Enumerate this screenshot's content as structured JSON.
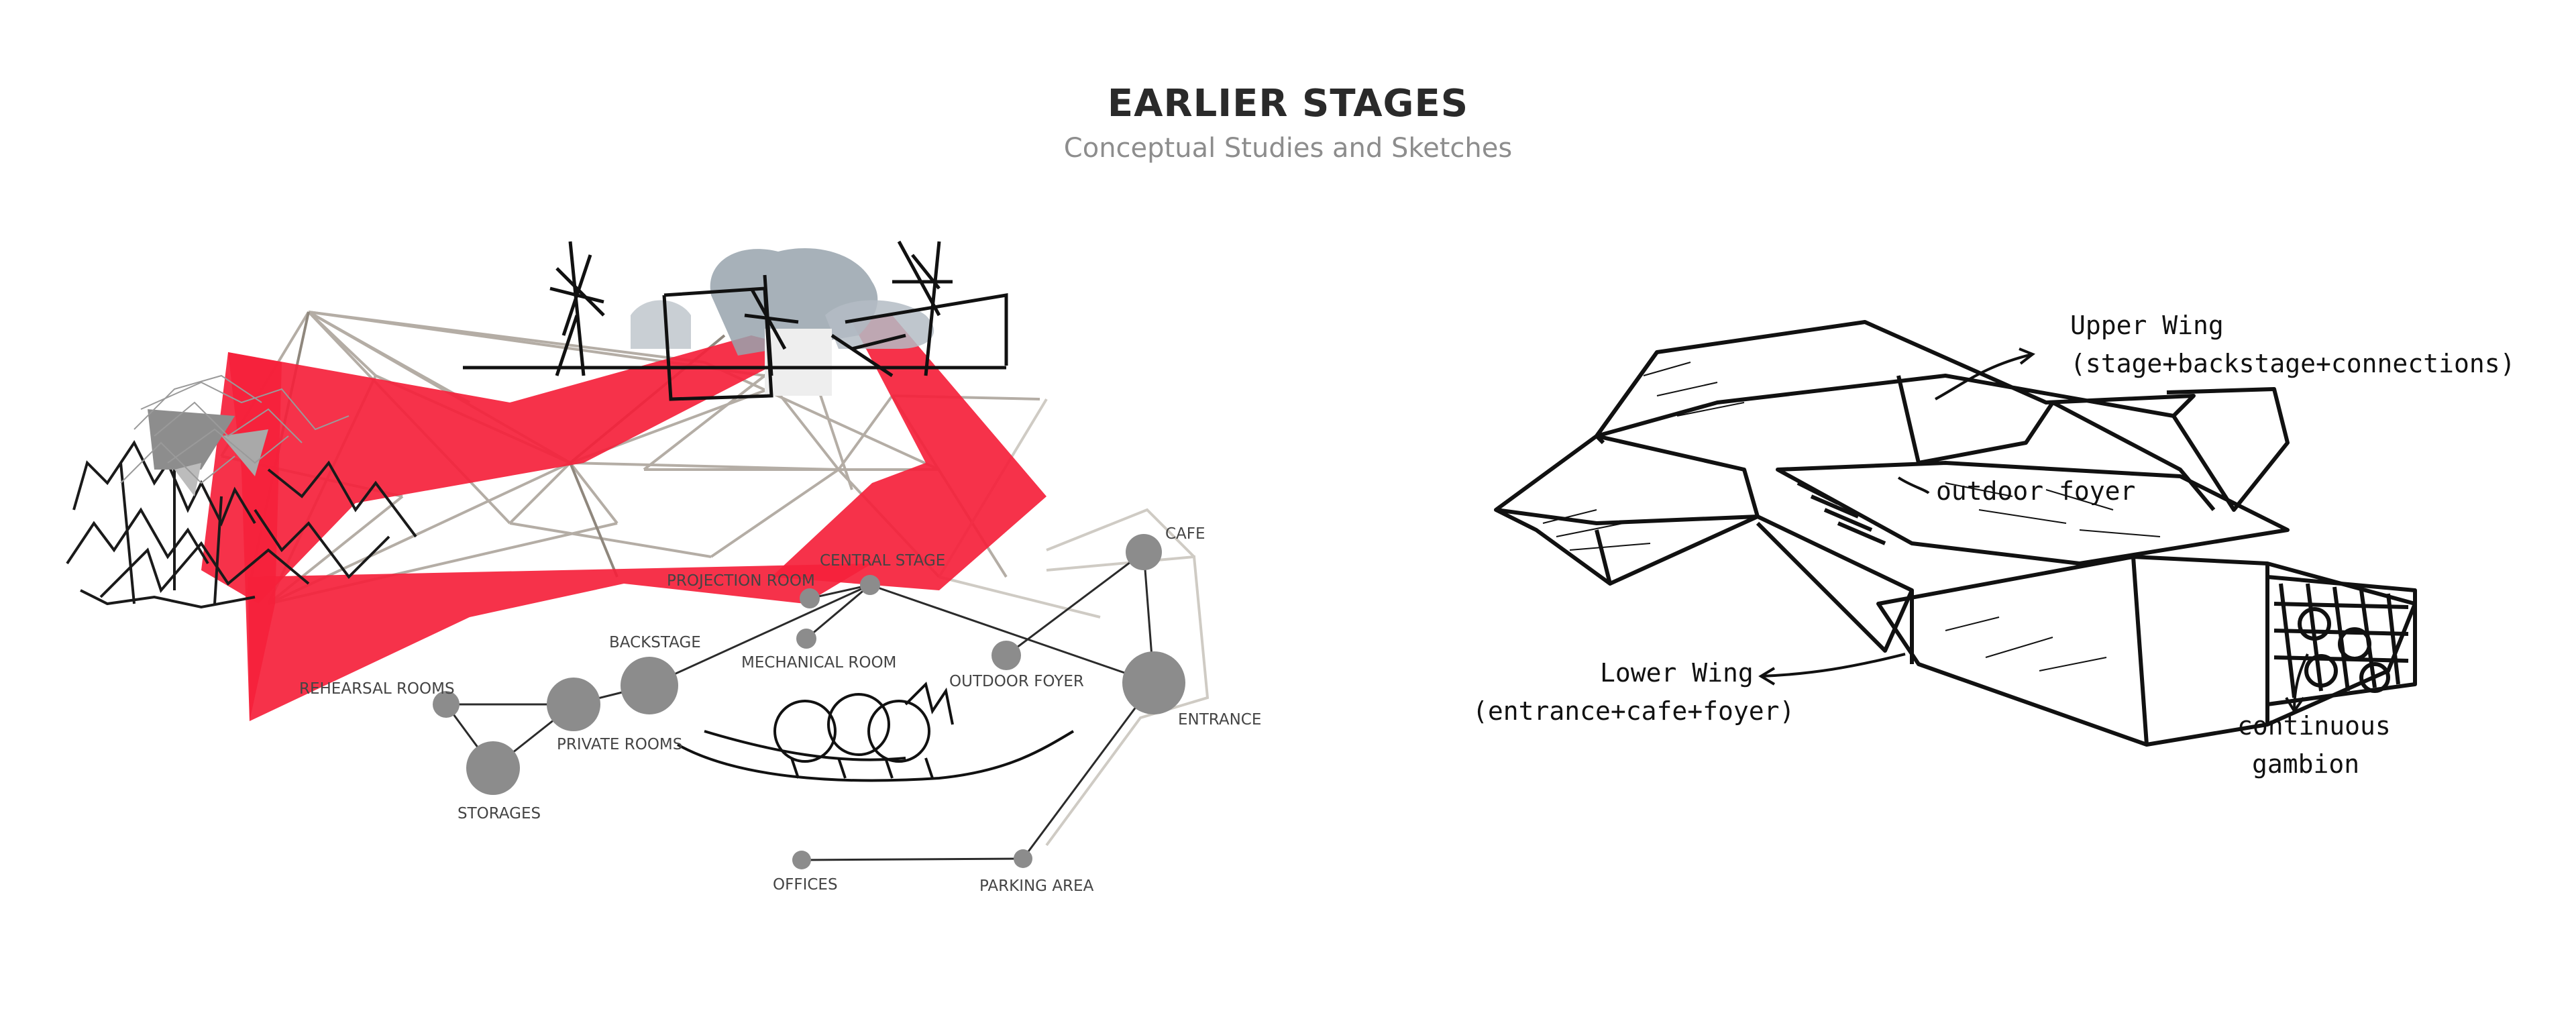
{
  "header": {
    "title": "EARLIER STAGES",
    "subtitle": "Conceptual Studies and Sketches"
  },
  "colors": {
    "accent_red": "#f5213b",
    "node_grey": "#8c8c8c",
    "line_dark": "#2b2b2b",
    "line_light": "#cfcbc4",
    "title": "#2a2a2a",
    "subtitle": "#8d8d8d"
  },
  "bubble_diagram": {
    "nodes": [
      {
        "id": "cafe",
        "label": "CAFE"
      },
      {
        "id": "central_stage",
        "label": "CENTRAL STAGE"
      },
      {
        "id": "projection_room",
        "label": "PROJECTION ROOM"
      },
      {
        "id": "backstage",
        "label": "BACKSTAGE"
      },
      {
        "id": "mechanical_room",
        "label": "MECHANICAL ROOM"
      },
      {
        "id": "rehearsal_rooms",
        "label": "REHEARSAL ROOMS"
      },
      {
        "id": "outdoor_foyer",
        "label": "OUTDOOR FOYER"
      },
      {
        "id": "entrance",
        "label": "ENTRANCE"
      },
      {
        "id": "private_rooms",
        "label": "PRIVATE ROOMS"
      },
      {
        "id": "storages",
        "label": "STORAGES"
      },
      {
        "id": "offices",
        "label": "OFFICES"
      },
      {
        "id": "parking_area",
        "label": "PARKING AREA"
      }
    ],
    "links": [
      [
        "rehearsal_rooms",
        "private_rooms"
      ],
      [
        "rehearsal_rooms",
        "storages"
      ],
      [
        "private_rooms",
        "storages"
      ],
      [
        "private_rooms",
        "backstage"
      ],
      [
        "backstage",
        "central_stage"
      ],
      [
        "projection_room",
        "central_stage"
      ],
      [
        "mechanical_room",
        "central_stage"
      ],
      [
        "central_stage",
        "entrance"
      ],
      [
        "outdoor_foyer",
        "cafe"
      ],
      [
        "cafe",
        "entrance"
      ],
      [
        "entrance",
        "parking_area"
      ],
      [
        "parking_area",
        "offices"
      ]
    ]
  },
  "sketch_annotations": {
    "upper_wing": {
      "title": "Upper Wing",
      "detail": "(stage+backstage+connections)"
    },
    "outdoor_foyer": "outdoor foyer",
    "lower_wing": {
      "title": "Lower Wing",
      "detail": "(entrance+cafe+foyer)"
    },
    "gambion": {
      "line1": "continuous",
      "line2": "gambion"
    }
  }
}
